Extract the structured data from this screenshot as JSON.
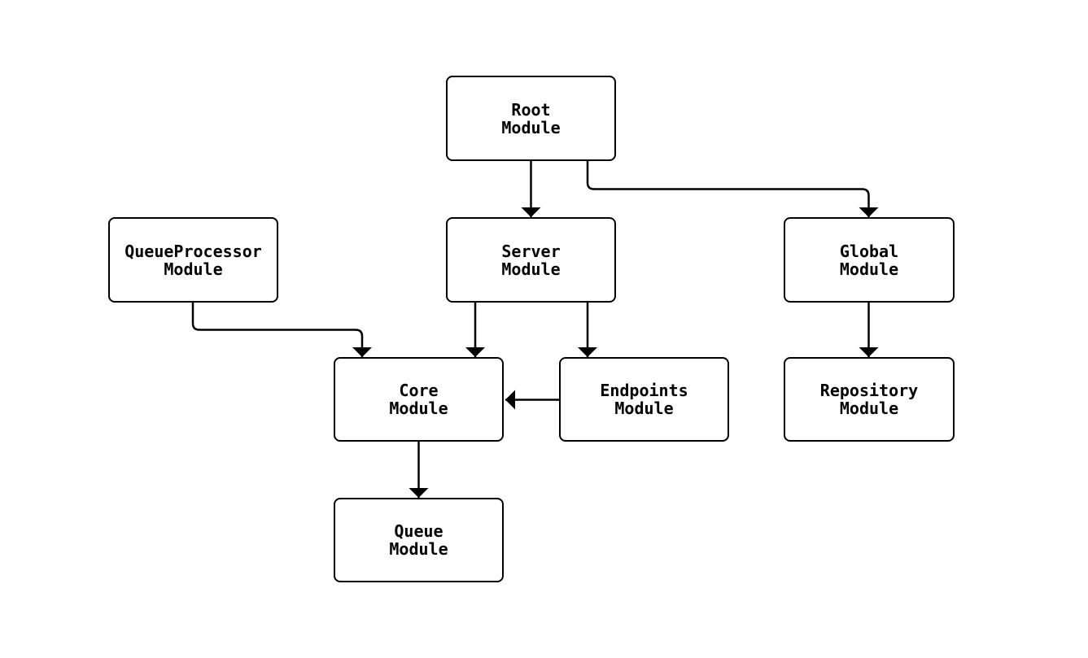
{
  "diagram": {
    "type": "module-dependency-flowchart",
    "background_color": "#ffffff",
    "node_border_color": "#000000",
    "node_fill_color": "#ffffff",
    "edge_color": "#000000",
    "text_color": "#000000",
    "nodes": {
      "root": {
        "label": "Root\nModule"
      },
      "server": {
        "label": "Server\nModule"
      },
      "global": {
        "label": "Global\nModule"
      },
      "queueprocessor": {
        "label": "QueueProcessor\nModule"
      },
      "core": {
        "label": "Core\nModule"
      },
      "endpoints": {
        "label": "Endpoints\nModule"
      },
      "repository": {
        "label": "Repository\nModule"
      },
      "queue": {
        "label": "Queue\nModule"
      }
    },
    "edges": [
      {
        "from": "Root Module",
        "to": "Server Module"
      },
      {
        "from": "Root Module",
        "to": "Global Module"
      },
      {
        "from": "QueueProcessor Module",
        "to": "Core Module"
      },
      {
        "from": "Server Module",
        "to": "Core Module"
      },
      {
        "from": "Server Module",
        "to": "Endpoints Module"
      },
      {
        "from": "Endpoints Module",
        "to": "Core Module"
      },
      {
        "from": "Global Module",
        "to": "Repository Module"
      },
      {
        "from": "Core Module",
        "to": "Queue Module"
      }
    ]
  }
}
